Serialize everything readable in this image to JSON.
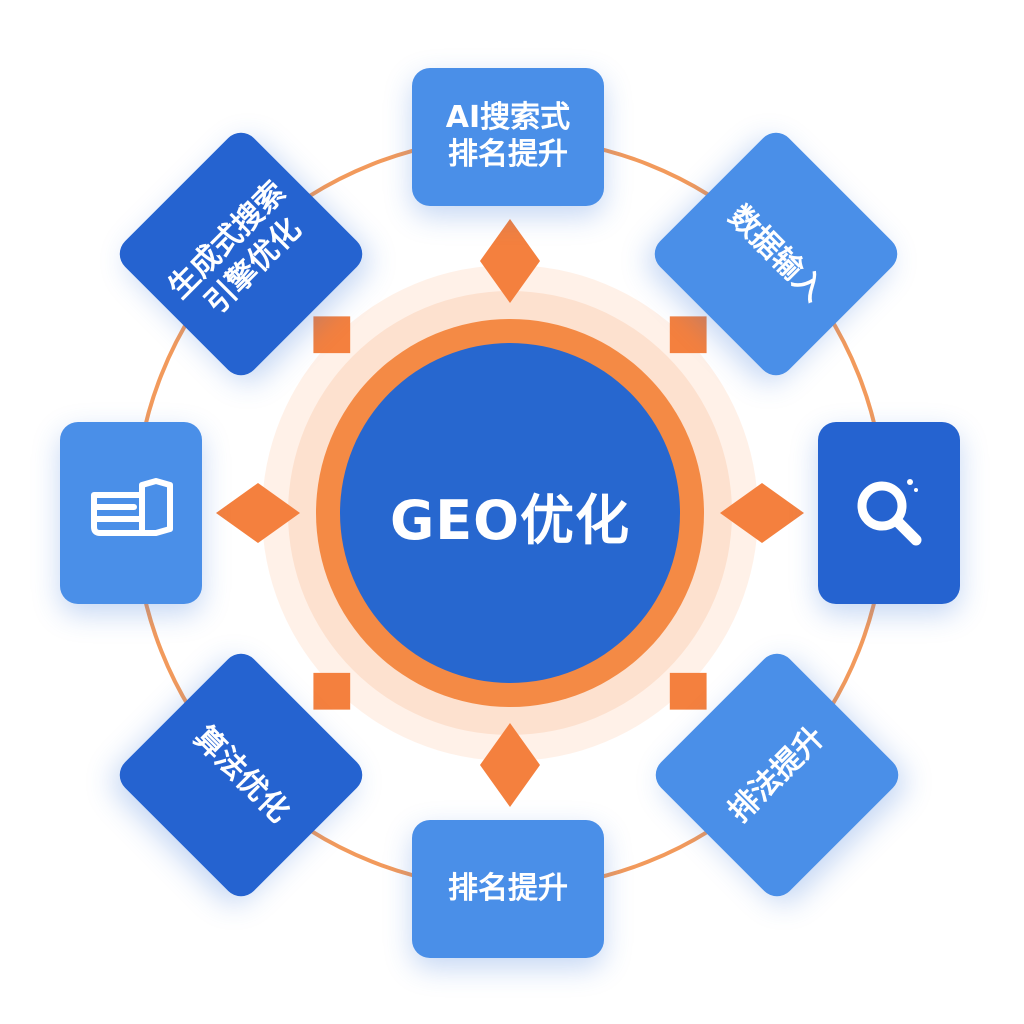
{
  "center": {
    "title": "GEO优化"
  },
  "colors": {
    "node_light": "#4a8fe8",
    "node_dark": "#2563d0",
    "core_blue": "#2767cf",
    "ring_orange": "#f48a45",
    "diamond_orange": "#f4803e",
    "halo": "#fde1cf",
    "connector": "#f29a5c"
  },
  "nodes": {
    "top": {
      "lines": [
        "AI搜索式",
        "排名提升"
      ]
    },
    "top_right": {
      "lines": [
        "数据输入"
      ]
    },
    "right": {
      "icon": "search-icon"
    },
    "bottom_right": {
      "lines": [
        "排法提升"
      ]
    },
    "bottom": {
      "lines": [
        "排名提升"
      ]
    },
    "bottom_left": {
      "lines": [
        "算法优化"
      ]
    },
    "left": {
      "icon": "document-icon"
    },
    "top_left": {
      "lines": [
        "生成式搜索",
        "引擎优化"
      ]
    }
  }
}
